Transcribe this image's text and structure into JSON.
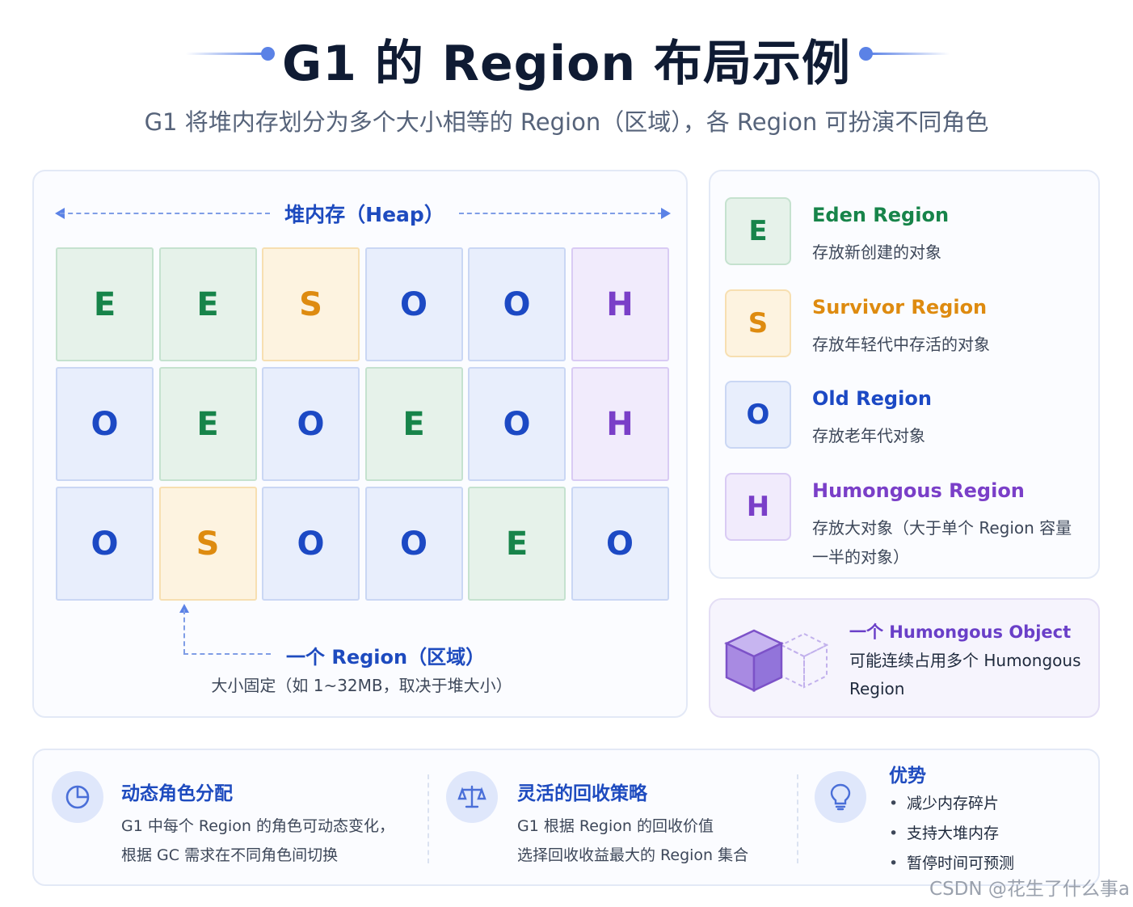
{
  "title": "G1 的 Region 布局示例",
  "subtitle": "G1 将堆内存划分为多个大小相等的 Region（区域），各 Region 可扮演不同角色",
  "heap": {
    "label": "堆内存（Heap）",
    "grid": [
      [
        "E",
        "E",
        "S",
        "O",
        "O",
        "H"
      ],
      [
        "O",
        "E",
        "O",
        "E",
        "O",
        "H"
      ],
      [
        "O",
        "S",
        "O",
        "O",
        "E",
        "O"
      ]
    ],
    "region_title": "一个 Region（区域）",
    "region_desc": "大小固定（如 1~32MB，取决于堆大小）"
  },
  "legend": [
    {
      "letter": "E",
      "name": "Eden Region",
      "desc": "存放新创建的对象",
      "color": "#17844a"
    },
    {
      "letter": "S",
      "name": "Survivor Region",
      "desc": "存放年轻代中存活的对象",
      "color": "#de8b10"
    },
    {
      "letter": "O",
      "name": "Old Region",
      "desc": "存放老年代对象",
      "color": "#1c49c4"
    },
    {
      "letter": "H",
      "name": "Humongous Region",
      "desc": "存放大对象（大于单个 Region 容量一半的对象）",
      "color": "#7a3fc8"
    }
  ],
  "humongous_note": {
    "title": "一个 Humongous Object",
    "desc": "可能连续占用多个 Humongous Region"
  },
  "features": [
    {
      "icon": "pie-chart-icon",
      "title": "动态角色分配",
      "lines": [
        "G1 中每个 Region 的角色可动态变化，",
        "根据 GC 需求在不同角色间切换"
      ]
    },
    {
      "icon": "balance-scale-icon",
      "title": "灵活的回收策略",
      "lines": [
        "G1 根据 Region 的回收价值",
        "选择回收收益最大的 Region 集合"
      ]
    }
  ],
  "advantages": {
    "icon": "lightbulb-icon",
    "title": "优势",
    "items": [
      "减少内存碎片",
      "支持大堆内存",
      "暂停时间可预测"
    ]
  },
  "watermark": "CSDN @花生了什么事a"
}
